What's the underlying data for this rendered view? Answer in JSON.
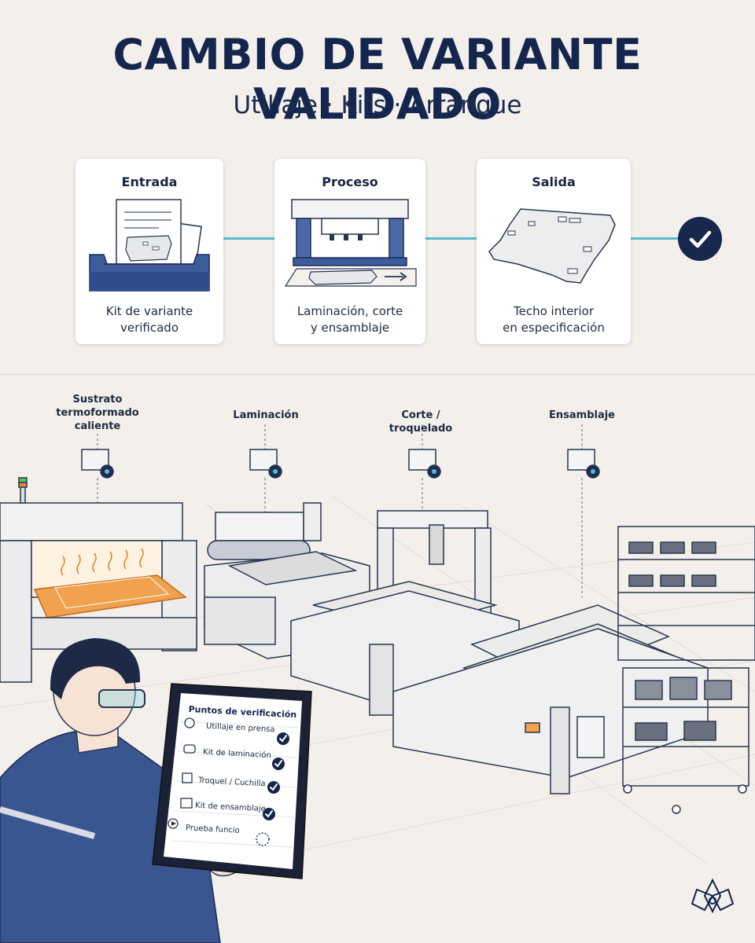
{
  "title": "CAMBIO DE VARIANTE VALIDADO",
  "subtitle": "Utillaje · Kits · Arranque",
  "flow": {
    "cards": [
      {
        "title": "Entrada",
        "desc_line1": "Kit de variante",
        "desc_line2": "verificado"
      },
      {
        "title": "Proceso",
        "desc_line1": "Laminación, corte",
        "desc_line2": "y ensamblaje"
      },
      {
        "title": "Salida",
        "desc_line1": "Techo interior",
        "desc_line2": "en especificación"
      }
    ],
    "badge_icon": "check-icon"
  },
  "stations": [
    {
      "line1": "Sustrato",
      "line2": "termoformado",
      "line3": "caliente"
    },
    {
      "line1": "Laminación"
    },
    {
      "line1": "Corte / troquelado"
    },
    {
      "line1": "Ensamblaje"
    }
  ],
  "checklist": {
    "title": "Puntos de verificación",
    "items": [
      {
        "label": "Utillaje en prensa",
        "icon": "gauge-icon",
        "status": "checked"
      },
      {
        "label": "Kit de laminación",
        "icon": "roll-icon",
        "status": "checked"
      },
      {
        "label": "Troquel / Cuchilla",
        "icon": "die-icon",
        "status": "checked"
      },
      {
        "label": "Kit de ensamblaje",
        "icon": "box-icon",
        "status": "checked"
      },
      {
        "label": "Prueba funcio",
        "icon": "play-icon",
        "status": "pending"
      }
    ]
  },
  "colors": {
    "navy": "#14254e",
    "accent_teal": "#56bccd",
    "heated_orange": "#f0a24f",
    "background": "#f3efea"
  },
  "logo_icon": "flower-logo-icon"
}
